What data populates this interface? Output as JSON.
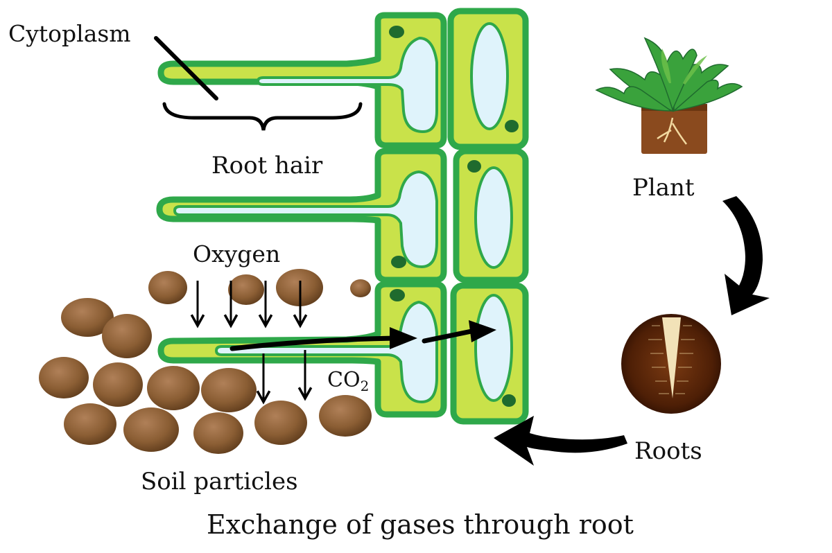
{
  "labels": {
    "cytoplasm": "Cytoplasm",
    "root_hair": "Root hair",
    "oxygen": "Oxygen",
    "co2_main": "CO",
    "co2_sub": "2",
    "soil_particles": "Soil particles",
    "plant": "Plant",
    "roots": "Roots",
    "caption": "Exchange of gases through root"
  },
  "colors": {
    "cell_wall": "#2fa84a",
    "cytoplasm": "#c9e24a",
    "vacuole": "#dff3fb",
    "nucleus": "#1f6b2e",
    "soil": "#8b5e34",
    "leaf": "#3aa23c",
    "root_ball": "#5a2a0c",
    "arrow": "#000000"
  }
}
